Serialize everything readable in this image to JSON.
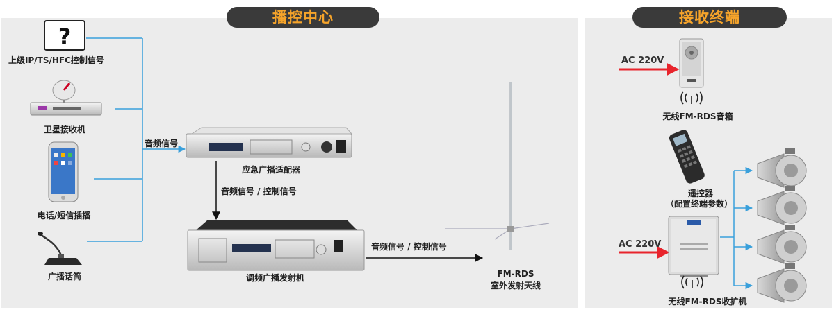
{
  "sections": {
    "control_center": "播控中心",
    "receivers": "接收终端"
  },
  "sources": {
    "upper_signal": "上级IP/TS/HFC控制信号",
    "satellite": "卫星接收机",
    "phone": "电话/短信插播",
    "microphone": "广播话筒"
  },
  "devices": {
    "adapter": "应急广播适配器",
    "transmitter": "调频广播发射机",
    "antenna_line1": "FM-RDS",
    "antenna_line2": "室外发射天线",
    "speaker": "无线FM-RDS音箱",
    "remote_line1": "遥控器",
    "remote_line2": "（配置终端参数）",
    "receiver_amp": "无线FM-RDS收扩机"
  },
  "signals": {
    "audio_in": "音频信号",
    "audio_control_1": "音频信号  /  控制信号",
    "audio_control_2": "音频信号  /  控制信号"
  },
  "power": {
    "ac_top": "AC 220V",
    "ac_bottom": "AC 220V"
  },
  "icons": {
    "unknown_source": "?"
  },
  "colors": {
    "title_bg": "#3a3a3a",
    "title_text": "#f6a42a",
    "power_arrow": "#e8242c",
    "source_line": "#3aa0db",
    "signal_line": "#111111"
  }
}
